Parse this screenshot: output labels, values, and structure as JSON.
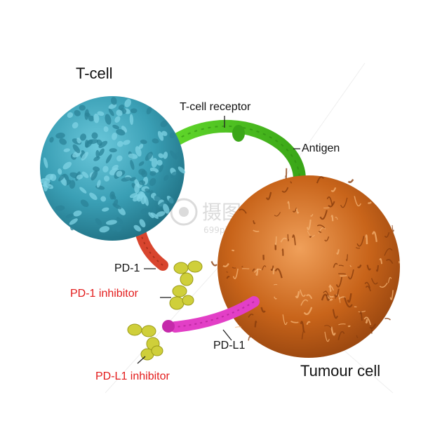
{
  "labels": {
    "t_cell": "T-cell",
    "t_cell_receptor": "T-cell receptor",
    "antigen": "Antigen",
    "pd1": "PD-1",
    "pd1_inhibitor": "PD-1 inhibitor",
    "pdl1": "PD-L1",
    "pdl1_inhibitor": "PD-L1 inhibitor",
    "tumour_cell": "Tumour cell"
  },
  "watermark": {
    "chinese": "摄图网",
    "latin": "699pic.com"
  },
  "colors": {
    "t_cell": "#3a9fb5",
    "tumour_cell": "#c8641a",
    "receptor": "#4cc21e",
    "pd1": "#d8452e",
    "pdl1": "#e23fc6",
    "inhibitor": "#cfcf3a",
    "inhibitor_label": "#e31b1b"
  }
}
